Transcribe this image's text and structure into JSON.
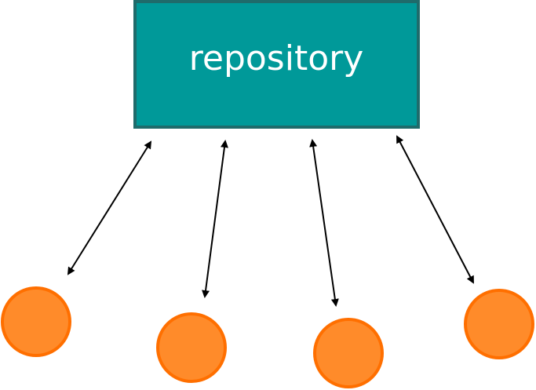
{
  "repository": {
    "label": "repository",
    "fill": "#009999",
    "stroke": "#1f6b6b",
    "text_color": "#ffffff"
  },
  "nodes": [
    {
      "id": "client-1",
      "fill": "#ff8b2a",
      "stroke": "#ff6f00"
    },
    {
      "id": "client-2",
      "fill": "#ff8b2a",
      "stroke": "#ff6f00"
    },
    {
      "id": "client-3",
      "fill": "#ff8b2a",
      "stroke": "#ff6f00"
    },
    {
      "id": "client-4",
      "fill": "#ff8b2a",
      "stroke": "#ff6f00"
    }
  ],
  "connectors": {
    "style": "bidirectional-arrow",
    "color": "#000000"
  }
}
